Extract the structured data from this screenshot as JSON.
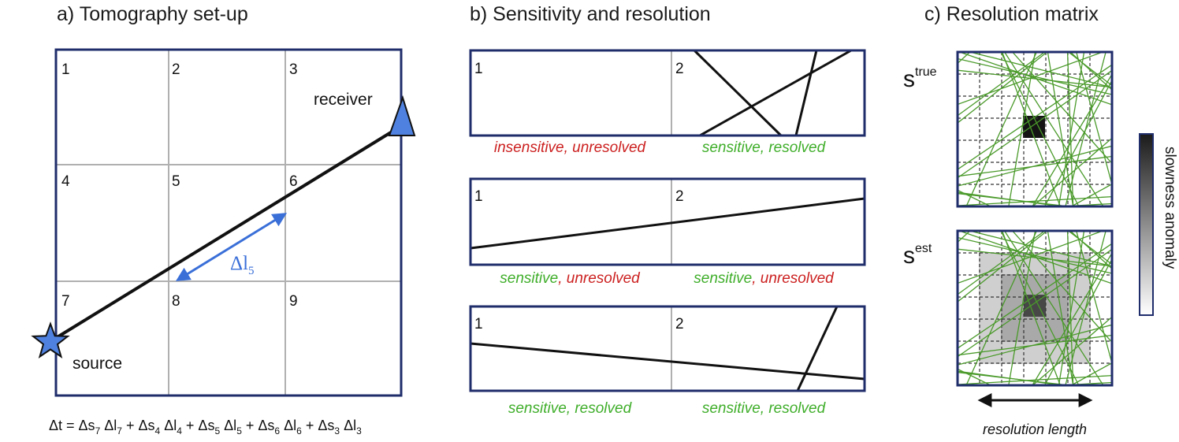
{
  "colors": {
    "frame": "#1f2d6b",
    "grid": "#b0b0b0",
    "ray": "#111111",
    "arrow": "#3a6fd8",
    "marker": "#4f82e0",
    "sensitive": "#3fae2a",
    "insensitive": "#cc2020",
    "green_rays": "#4a9a2a"
  },
  "panel_a": {
    "title": "a)  Tomography set-up",
    "cells": [
      "1",
      "2",
      "3",
      "4",
      "5",
      "6",
      "7",
      "8",
      "9"
    ],
    "receiver_label": "receiver",
    "source_label": "source",
    "arrow_label": {
      "main": "Δl",
      "sub": "5"
    },
    "equation": [
      {
        "t": "Δt = Δs"
      },
      {
        "s": "7"
      },
      {
        "t": " Δl"
      },
      {
        "s": "7"
      },
      {
        "t": " + Δs"
      },
      {
        "s": "4"
      },
      {
        "t": " Δl"
      },
      {
        "s": "4"
      },
      {
        "t": " + Δs"
      },
      {
        "s": "5"
      },
      {
        "t": " Δl"
      },
      {
        "s": "5"
      },
      {
        "t": " + Δs"
      },
      {
        "s": "6"
      },
      {
        "t": " Δl"
      },
      {
        "s": "6"
      },
      {
        "t": " + Δs"
      },
      {
        "s": "3"
      },
      {
        "t": " Δl"
      },
      {
        "s": "3"
      }
    ]
  },
  "panel_b": {
    "title": "b)  Sensitivity and resolution",
    "boxes": [
      {
        "cell1": "1",
        "cell2": "2",
        "caption_left": [
          {
            "text": "insensitive, unresolved",
            "color": "insensitive"
          }
        ],
        "caption_right": [
          {
            "text": "sensitive, resolved",
            "color": "sensitive"
          }
        ]
      },
      {
        "cell1": "1",
        "cell2": "2",
        "caption_left": [
          {
            "text": "sensitive",
            "color": "sensitive"
          },
          {
            "text": ", unresolved",
            "color": "insensitive"
          }
        ],
        "caption_right": [
          {
            "text": "sensitive",
            "color": "sensitive"
          },
          {
            "text": ", unresolved",
            "color": "insensitive"
          }
        ]
      },
      {
        "cell1": "1",
        "cell2": "2",
        "caption_left": [
          {
            "text": "sensitive, resolved",
            "color": "sensitive"
          }
        ],
        "caption_right": [
          {
            "text": "sensitive, resolved",
            "color": "sensitive"
          }
        ]
      }
    ]
  },
  "panel_c": {
    "title": "c)  Resolution matrix",
    "true_label": {
      "main": "s",
      "sup": "true"
    },
    "est_label": {
      "main": "s",
      "sup": "est"
    },
    "colorbar_label": "slowness anomaly",
    "resolution_label": "resolution length"
  }
}
